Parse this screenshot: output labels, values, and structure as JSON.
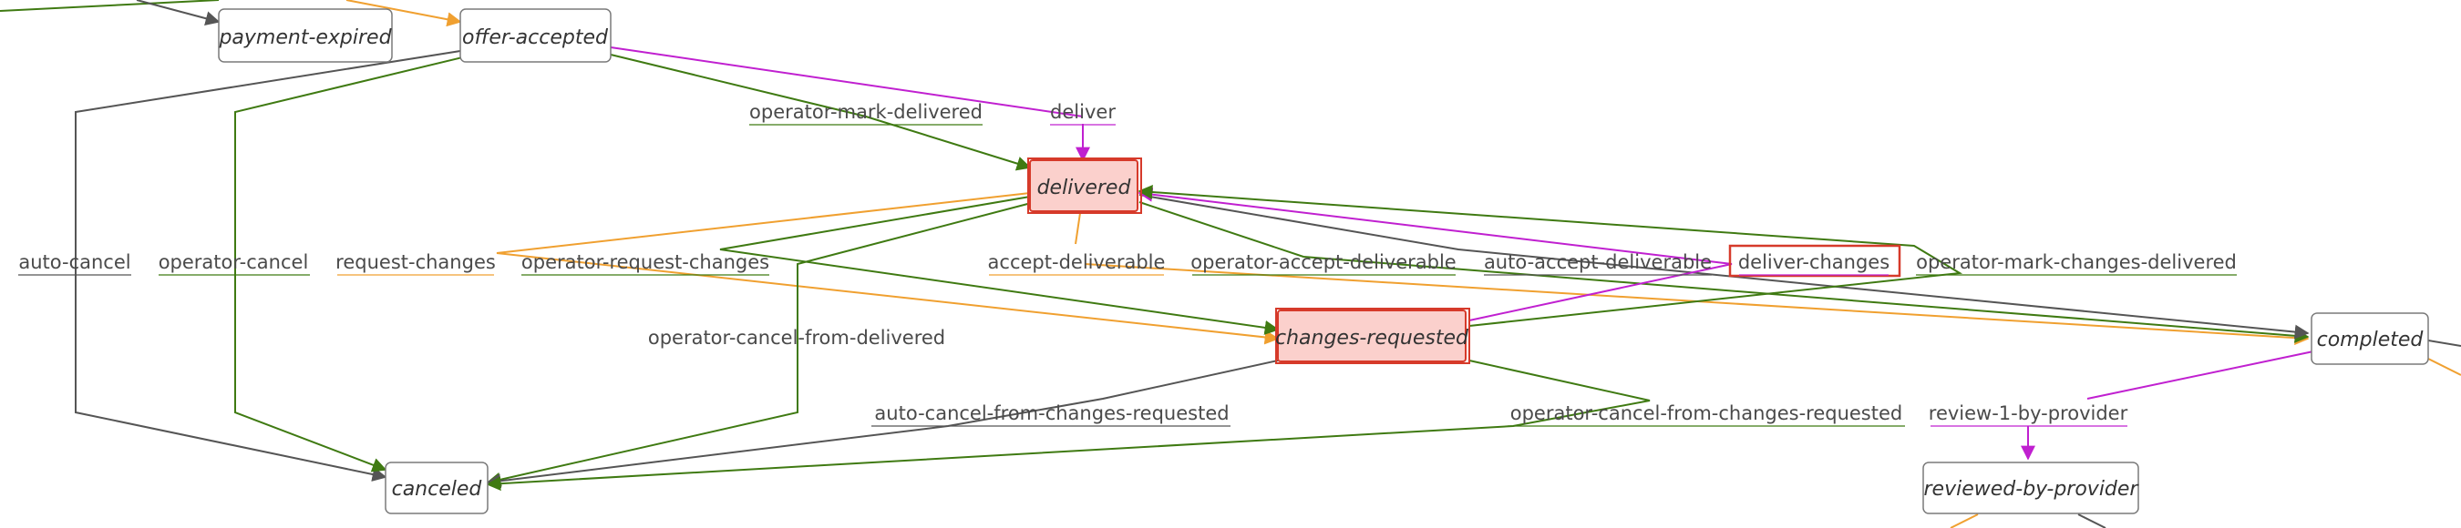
{
  "colors": {
    "gray": "#555555",
    "green": "#3f7a12",
    "orange": "#f0a030",
    "magenta": "#c020d0",
    "highlight_stroke": "#d63a2a",
    "highlight_fill": "#fbd0cc"
  },
  "nodes": {
    "payment_expired": "payment-expired",
    "offer_accepted": "offer-accepted",
    "delivered": "delivered",
    "changes_requested": "changes-requested",
    "completed": "completed",
    "canceled": "canceled",
    "reviewed_by_provider": "reviewed-by-provider"
  },
  "edges": {
    "auto_cancel": "auto-cancel",
    "operator_cancel": "operator-cancel",
    "operator_mark_delivered": "operator-mark-delivered",
    "deliver": "deliver",
    "request_changes": "request-changes",
    "operator_request_changes": "operator-request-changes",
    "accept_deliverable": "accept-deliverable",
    "operator_accept_deliverable": "operator-accept-deliverable",
    "auto_accept_deliverable": "auto-accept-deliverable",
    "deliver_changes": "deliver-changes",
    "operator_mark_changes_delivered": "operator-mark-changes-delivered",
    "operator_cancel_from_delivered": "operator-cancel-from-delivered",
    "auto_cancel_from_changes_requested": "auto-cancel-from-changes-requested",
    "operator_cancel_from_changes_requested": "operator-cancel-from-changes-requested",
    "review_1_by_provider": "review-1-by-provider"
  }
}
